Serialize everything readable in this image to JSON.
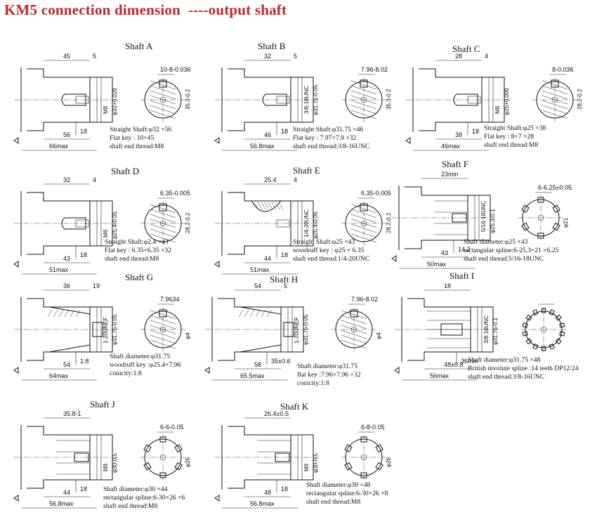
{
  "title": "KM5 connection dimension  ----output shaft",
  "shafts": [
    {
      "name": "Shaft A",
      "notes": [
        "Straight Shaft:φ32 ×56",
        "Flat key : 10×45",
        "shaft end thread:M8"
      ],
      "dims": {
        "d1": "45",
        "d2": "5",
        "d3": "56",
        "d4": "66max",
        "d5": "18",
        "d6": "10-8-0.036",
        "v1": "φ32+0.028",
        "v2": "35.3-0.2",
        "v3": "M8"
      }
    },
    {
      "name": "Shaft B",
      "notes": [
        "Straight Shaft:φ31.75 ×46",
        "Flat key : 7.97×7.9 ×32",
        "shaft end thread:3/8-16UNC"
      ],
      "dims": {
        "d1": "32",
        "d2": "5",
        "d3": "46",
        "d4": "56.8max",
        "d5": "18",
        "d6": "7.96-8.02",
        "v1": "φ31.75-0.05",
        "v2": "35.3-0.2",
        "v3": "3/8-16UNC"
      }
    },
    {
      "name": "Shaft C",
      "notes": [
        "Straight Shaft:φ25 ×38",
        "Flat key : 8×7 ×28",
        "shaft end thread:M8"
      ],
      "dims": {
        "d1": "28",
        "d2": "4",
        "d3": "38",
        "d4": "46max",
        "d5": "18",
        "d6": "8-0.036",
        "v1": "φ25+0.006",
        "v2": "28.2-0.2",
        "v3": "M8"
      }
    },
    {
      "name": "Shaft D",
      "notes": [
        "Straight Shaft:φ2.4 ×43",
        "Flat key : 6.35×6.35 ×32",
        "shaft end thread:M8"
      ],
      "dims": {
        "d1": "32",
        "d2": "4",
        "d3": "43",
        "d4": "51max",
        "d5": "18",
        "d6": "6.35-0.005",
        "v1": "φ25.4-0.05",
        "v2": "28.2-0.2",
        "v3": "M8"
      }
    },
    {
      "name": "Shaft E",
      "notes": [
        "Straight Shaft:φ25 ×43",
        "woodruff key : φ25 × 6.35",
        "shaft end thread:1/4-20UNC"
      ],
      "dims": {
        "d1": "25.4",
        "d2": "4",
        "d3": "44",
        "d4": "51max",
        "d5": "18",
        "d6": "6.35-0.005",
        "v1": "φ25.4-0.05",
        "v2": "28.2-0.2",
        "v3": "1/4-20UNC"
      }
    },
    {
      "name": "Shaft F",
      "notes": [
        "Shaft diameter:φ25 ×43",
        "rectangular spline:6-25.3×21 ×6.25",
        "shaft end thread:5/16-18UNC"
      ],
      "dims": {
        "d1": "23min",
        "d2": "",
        "d3": "43",
        "d4": "50max",
        "d5": "14.2",
        "d6": "6-6.25±0.05",
        "v1": "φ25.3-0.1",
        "v2": "φ21",
        "v3": "5/16-18UNC"
      }
    },
    {
      "name": "Shaft G",
      "notes": [
        "Shaft diameter:φ31.75",
        "woodruff key :φ25.4×7.96",
        "conicity:1:8"
      ],
      "dims": {
        "d1": "36",
        "d2": "19",
        "d3": "54",
        "d4": "64max",
        "d5": "1:8",
        "d6": "7.9634",
        "v1": "φ31.75-0.05",
        "v2": "φ4",
        "v3": "1-20UNEF"
      }
    },
    {
      "name": "Shaft H",
      "notes": [
        "Shaft diameter:φ31.75",
        "flat key :7.96×7.96 ×32",
        "conicity:1:8"
      ],
      "dims": {
        "d1": "54",
        "d2": "5",
        "d3": "58",
        "d4": "65.5max",
        "d5": "35±0.6",
        "d6": "7.96-8.02",
        "v1": "φ31.75-0.05",
        "v2": "φ4",
        "v3": "1-20UNEF"
      }
    },
    {
      "name": "Shaft I",
      "notes": [
        "Shaft diameter:φ31.75 ×48",
        "British involute spline :14 teeth DP12/24",
        "shaft end thread:3/8-16UNC"
      ],
      "dims": {
        "d1": "18",
        "d2": "",
        "d3": "48±0.8",
        "d4": "56max",
        "d5": "36min",
        "d6": "",
        "v1": "φ31.75-0.1",
        "v2": "",
        "v3": "3/8-16UNC"
      }
    },
    {
      "name": "Shaft J",
      "notes": [
        "Shaft diameter:φ30 ×44",
        "rectangular spline:6-30×26 ×6",
        "shaft end thread:M8"
      ],
      "dims": {
        "d1": "35.8-1",
        "d2": "",
        "d3": "44",
        "d4": "56.8max",
        "d5": "18",
        "d6": "6-6-0.05",
        "v1": "φ30-0.5",
        "v2": "φ26",
        "v3": "M8"
      }
    },
    {
      "name": "Shaft K",
      "notes": [
        "Shaft diameter:φ30 ×48",
        "rectangular spline:6-30×26 ×8",
        "shaft end thread:M8"
      ],
      "dims": {
        "d1": "26.4±0.5",
        "d2": "",
        "d3": "48",
        "d4": "56.8max",
        "d5": "18",
        "d6": "6-8-0.05",
        "v1": "φ30-0.5",
        "v2": "φ26",
        "v3": "M8"
      }
    }
  ]
}
